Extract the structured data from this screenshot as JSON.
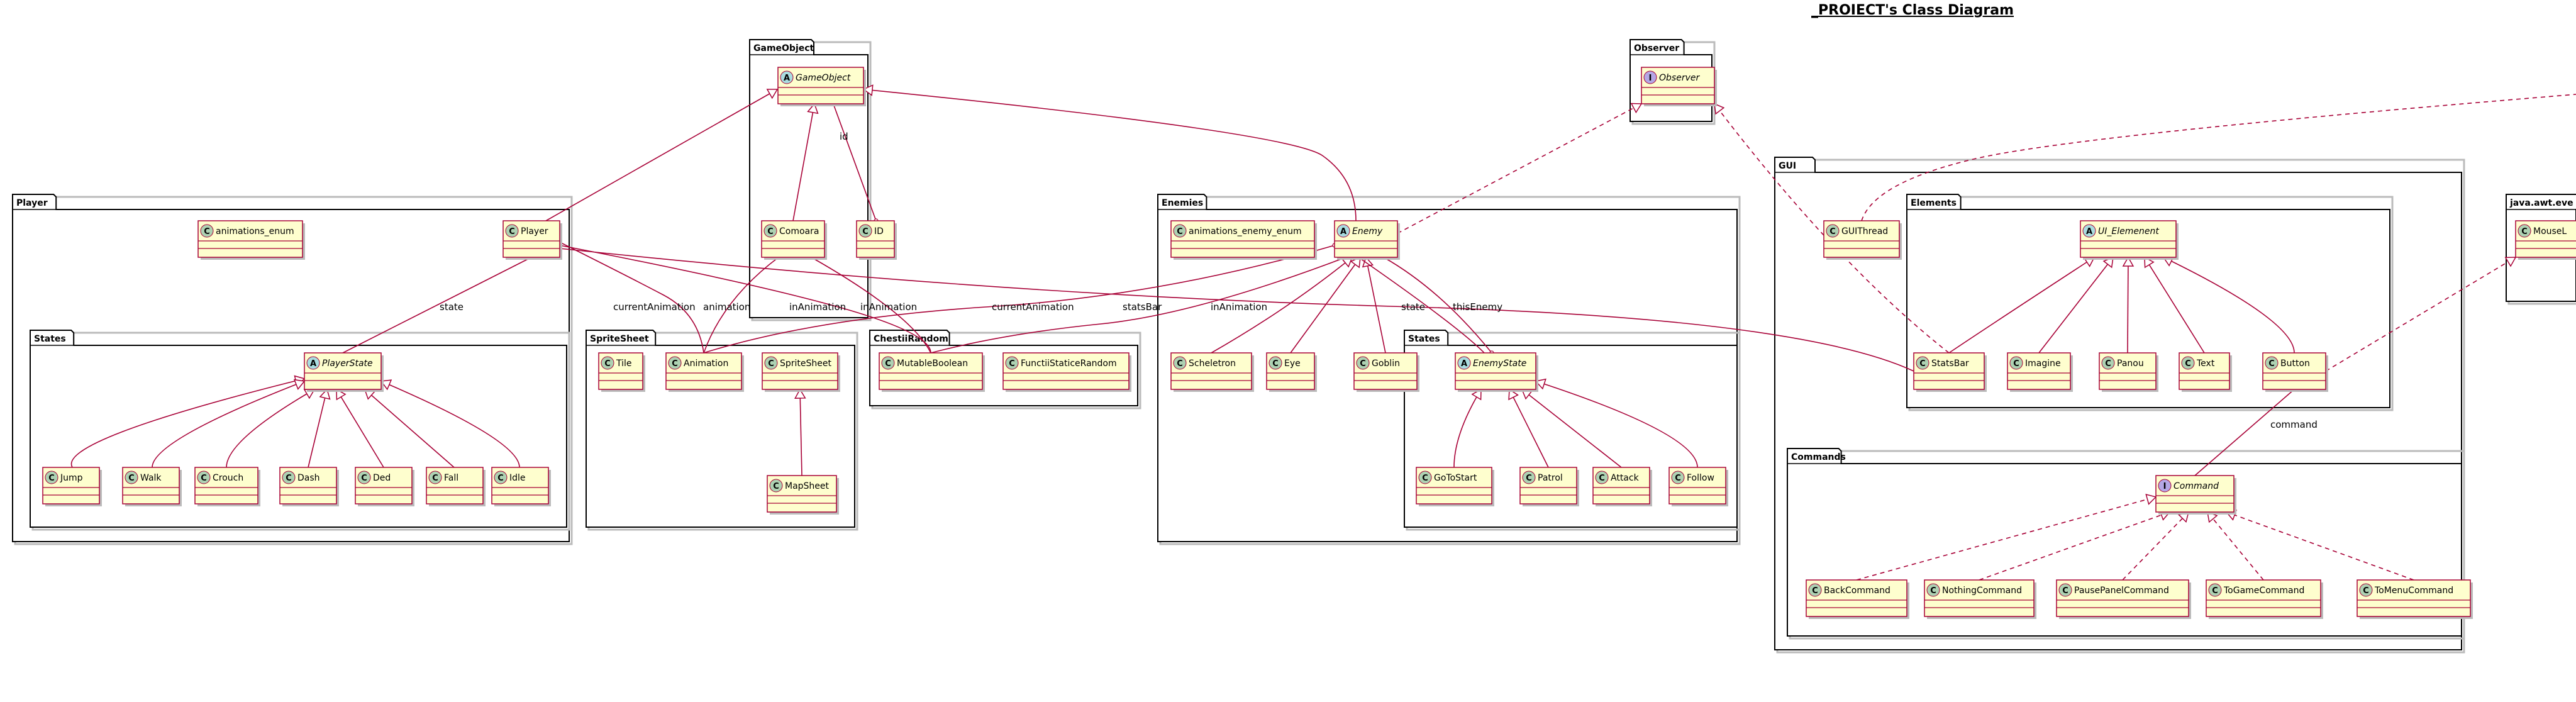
{
  "diagram": {
    "title": "_PROIECT's Class Diagram",
    "colors": {
      "class_fill": "#FEFECE",
      "class_border": "#A80036",
      "line": "#A80036",
      "package_border": "#000000",
      "shadow": "#BBBBBB",
      "spot_class": "#ADD1B2",
      "spot_abstract": "#A9DCDF",
      "spot_interface": "#B4A7E5"
    },
    "packages": [
      {
        "id": "pkg_player",
        "name": "Player"
      },
      {
        "id": "pkg_player_states",
        "name": "States"
      },
      {
        "id": "pkg_gameobject",
        "name": "GameObject"
      },
      {
        "id": "pkg_spritesheet",
        "name": "SpriteSheet"
      },
      {
        "id": "pkg_chestii",
        "name": "ChestiiRandom"
      },
      {
        "id": "pkg_observer",
        "name": "Observer"
      },
      {
        "id": "pkg_enemies",
        "name": "Enemies"
      },
      {
        "id": "pkg_enemy_states",
        "name": "States"
      },
      {
        "id": "pkg_gui",
        "name": "GUI"
      },
      {
        "id": "pkg_elements",
        "name": "Elements"
      },
      {
        "id": "pkg_commands",
        "name": "Commands"
      },
      {
        "id": "pkg_awt",
        "name": "java.awt.eve"
      }
    ],
    "classes": [
      {
        "id": "animations_enum",
        "name": "animations_enum",
        "kind": "class"
      },
      {
        "id": "Player",
        "name": "Player",
        "kind": "class"
      },
      {
        "id": "PlayerState",
        "name": "PlayerState",
        "kind": "abstract"
      },
      {
        "id": "Jump",
        "name": "Jump",
        "kind": "class"
      },
      {
        "id": "Walk",
        "name": "Walk",
        "kind": "class"
      },
      {
        "id": "Crouch",
        "name": "Crouch",
        "kind": "class"
      },
      {
        "id": "Dash",
        "name": "Dash",
        "kind": "class"
      },
      {
        "id": "Ded",
        "name": "Ded",
        "kind": "class"
      },
      {
        "id": "Fall",
        "name": "Fall",
        "kind": "class"
      },
      {
        "id": "Idle",
        "name": "Idle",
        "kind": "class"
      },
      {
        "id": "GameObject",
        "name": "GameObject",
        "kind": "abstract"
      },
      {
        "id": "Comoara",
        "name": "Comoara",
        "kind": "class"
      },
      {
        "id": "ID",
        "name": "ID",
        "kind": "class"
      },
      {
        "id": "Tile",
        "name": "Tile",
        "kind": "class"
      },
      {
        "id": "Animation",
        "name": "Animation",
        "kind": "class"
      },
      {
        "id": "SpriteSheet",
        "name": "SpriteSheet",
        "kind": "class"
      },
      {
        "id": "MapSheet",
        "name": "MapSheet",
        "kind": "class"
      },
      {
        "id": "MutableBoolean",
        "name": "MutableBoolean",
        "kind": "class"
      },
      {
        "id": "FunctiiStaticeRandom",
        "name": "FunctiiStaticeRandom",
        "kind": "class"
      },
      {
        "id": "Observer",
        "name": "Observer",
        "kind": "interface"
      },
      {
        "id": "animations_enemy_enum",
        "name": "animations_enemy_enum",
        "kind": "class"
      },
      {
        "id": "Enemy",
        "name": "Enemy",
        "kind": "abstract"
      },
      {
        "id": "Scheletron",
        "name": "Scheletron",
        "kind": "class"
      },
      {
        "id": "Eye",
        "name": "Eye",
        "kind": "class"
      },
      {
        "id": "Goblin",
        "name": "Goblin",
        "kind": "class"
      },
      {
        "id": "EnemyState",
        "name": "EnemyState",
        "kind": "abstract"
      },
      {
        "id": "GoToStart",
        "name": "GoToStart",
        "kind": "class"
      },
      {
        "id": "Patrol",
        "name": "Patrol",
        "kind": "class"
      },
      {
        "id": "Attack",
        "name": "Attack",
        "kind": "class"
      },
      {
        "id": "Follow",
        "name": "Follow",
        "kind": "class"
      },
      {
        "id": "GUIThread",
        "name": "GUIThread",
        "kind": "class"
      },
      {
        "id": "UI_Elemenent",
        "name": "UI_Elemenent",
        "kind": "abstract"
      },
      {
        "id": "StatsBar",
        "name": "StatsBar",
        "kind": "class"
      },
      {
        "id": "Imagine",
        "name": "Imagine",
        "kind": "class"
      },
      {
        "id": "Panou",
        "name": "Panou",
        "kind": "class"
      },
      {
        "id": "Text",
        "name": "Text",
        "kind": "class"
      },
      {
        "id": "Button",
        "name": "Button",
        "kind": "class"
      },
      {
        "id": "Command",
        "name": "Command",
        "kind": "interface"
      },
      {
        "id": "BackCommand",
        "name": "BackCommand",
        "kind": "class"
      },
      {
        "id": "NothingCommand",
        "name": "NothingCommand",
        "kind": "class"
      },
      {
        "id": "PausePanelCommand",
        "name": "PausePanelCommand",
        "kind": "class"
      },
      {
        "id": "ToGameCommand",
        "name": "ToGameCommand",
        "kind": "class"
      },
      {
        "id": "ToMenuCommand",
        "name": "ToMenuCommand",
        "kind": "class"
      },
      {
        "id": "MouseL",
        "name": "MouseL",
        "kind": "class"
      }
    ],
    "relations": [
      {
        "id": "r1",
        "from": "Player",
        "to": "GameObject",
        "type": "extends",
        "label": ""
      },
      {
        "id": "r2",
        "from": "Comoara",
        "to": "GameObject",
        "type": "extends",
        "label": ""
      },
      {
        "id": "r3",
        "from": "ID",
        "to": "GameObject",
        "type": "association",
        "label": "id"
      },
      {
        "id": "r4",
        "from": "Enemy",
        "to": "GameObject",
        "type": "extends",
        "label": ""
      },
      {
        "id": "r5",
        "from": "Jump",
        "to": "PlayerState",
        "type": "extends",
        "label": ""
      },
      {
        "id": "r6",
        "from": "Walk",
        "to": "PlayerState",
        "type": "extends",
        "label": ""
      },
      {
        "id": "r7",
        "from": "Crouch",
        "to": "PlayerState",
        "type": "extends",
        "label": ""
      },
      {
        "id": "r8",
        "from": "Dash",
        "to": "PlayerState",
        "type": "extends",
        "label": ""
      },
      {
        "id": "r9",
        "from": "Ded",
        "to": "PlayerState",
        "type": "extends",
        "label": ""
      },
      {
        "id": "r10",
        "from": "Fall",
        "to": "PlayerState",
        "type": "extends",
        "label": ""
      },
      {
        "id": "r11",
        "from": "Idle",
        "to": "PlayerState",
        "type": "extends",
        "label": ""
      },
      {
        "id": "r12",
        "from": "Player",
        "to": "PlayerState",
        "type": "association",
        "label": "state"
      },
      {
        "id": "r13",
        "from": "Player",
        "to": "Animation",
        "type": "association",
        "label": "currentAnimation"
      },
      {
        "id": "r14",
        "from": "Player",
        "to": "MutableBoolean",
        "type": "association",
        "label": "inAnimation"
      },
      {
        "id": "r15",
        "from": "Player",
        "to": "StatsBar",
        "type": "association",
        "label": "statsBar"
      },
      {
        "id": "r16",
        "from": "Comoara",
        "to": "Animation",
        "type": "association",
        "label": "animation"
      },
      {
        "id": "r17",
        "from": "Comoara",
        "to": "MutableBoolean",
        "type": "association",
        "label": "inAnimation"
      },
      {
        "id": "r18",
        "from": "Enemy",
        "to": "Animation",
        "type": "association",
        "label": "currentAnimation"
      },
      {
        "id": "r19",
        "from": "Enemy",
        "to": "MutableBoolean",
        "type": "association",
        "label": "inAnimation"
      },
      {
        "id": "r20",
        "from": "MapSheet",
        "to": "SpriteSheet",
        "type": "extends",
        "label": ""
      },
      {
        "id": "r21",
        "from": "Enemy",
        "to": "Observer",
        "type": "implements",
        "label": ""
      },
      {
        "id": "r22",
        "from": "StatsBar",
        "to": "Observer",
        "type": "implements",
        "label": ""
      },
      {
        "id": "r23",
        "from": "Scheletron",
        "to": "Enemy",
        "type": "extends",
        "label": ""
      },
      {
        "id": "r24",
        "from": "Eye",
        "to": "Enemy",
        "type": "extends",
        "label": ""
      },
      {
        "id": "r25",
        "from": "Goblin",
        "to": "Enemy",
        "type": "extends",
        "label": ""
      },
      {
        "id": "r26",
        "from": "Enemy",
        "to": "EnemyState",
        "type": "association",
        "label": "state"
      },
      {
        "id": "r27",
        "from": "EnemyState",
        "to": "Enemy",
        "type": "association",
        "label": "thisEnemy"
      },
      {
        "id": "r28",
        "from": "GoToStart",
        "to": "EnemyState",
        "type": "extends",
        "label": ""
      },
      {
        "id": "r29",
        "from": "Patrol",
        "to": "EnemyState",
        "type": "extends",
        "label": ""
      },
      {
        "id": "r30",
        "from": "Attack",
        "to": "EnemyState",
        "type": "extends",
        "label": ""
      },
      {
        "id": "r31",
        "from": "Follow",
        "to": "EnemyState",
        "type": "extends",
        "label": ""
      },
      {
        "id": "r32",
        "from": "StatsBar",
        "to": "UI_Elemenent",
        "type": "extends",
        "label": ""
      },
      {
        "id": "r33",
        "from": "Imagine",
        "to": "UI_Elemenent",
        "type": "extends",
        "label": ""
      },
      {
        "id": "r34",
        "from": "Panou",
        "to": "UI_Elemenent",
        "type": "extends",
        "label": ""
      },
      {
        "id": "r35",
        "from": "Text",
        "to": "UI_Elemenent",
        "type": "extends",
        "label": ""
      },
      {
        "id": "r36",
        "from": "Button",
        "to": "UI_Elemenent",
        "type": "extends",
        "label": ""
      },
      {
        "id": "r37",
        "from": "Button",
        "to": "Command",
        "type": "association",
        "label": "command"
      },
      {
        "id": "r38",
        "from": "BackCommand",
        "to": "Command",
        "type": "implements",
        "label": ""
      },
      {
        "id": "r39",
        "from": "NothingCommand",
        "to": "Command",
        "type": "implements",
        "label": ""
      },
      {
        "id": "r40",
        "from": "PausePanelCommand",
        "to": "Command",
        "type": "implements",
        "label": ""
      },
      {
        "id": "r41",
        "from": "ToGameCommand",
        "to": "Command",
        "type": "implements",
        "label": ""
      },
      {
        "id": "r42",
        "from": "ToMenuCommand",
        "to": "Command",
        "type": "implements",
        "label": ""
      },
      {
        "id": "r43",
        "from": "Button",
        "to": "MouseL",
        "type": "implements",
        "label": ""
      },
      {
        "id": "r44",
        "from": "GUIThread",
        "to": "offpage",
        "type": "implements",
        "label": ""
      }
    ]
  }
}
